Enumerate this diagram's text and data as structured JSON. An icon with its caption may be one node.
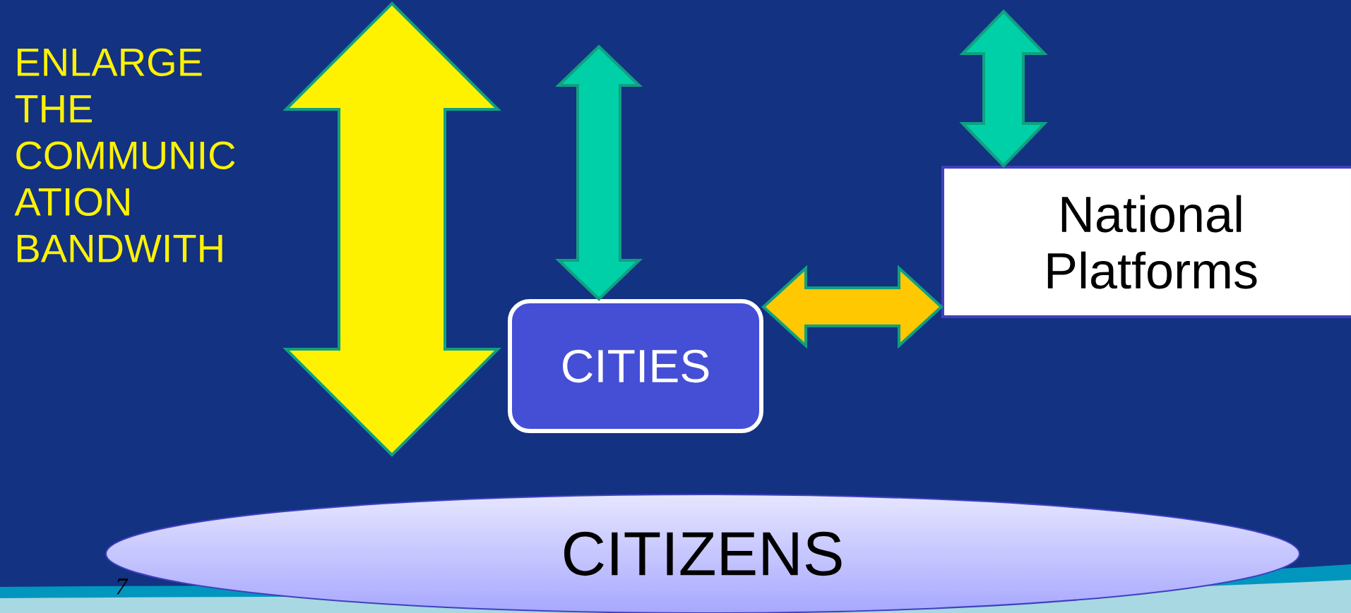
{
  "diagram": {
    "nodes": [
      {
        "text": [
          "CITIES"
        ]
      },
      {
        "text": [
          "National Platforms"
        ]
      },
      {
        "text": [
          "CITIZENS"
        ]
      }
    ],
    "edges": [
      {
        "from": null,
        "to": 0,
        "arrow": "both"
      },
      {
        "from": 0,
        "to": 1,
        "arrow": "both",
        "color": "#ffc800"
      },
      {
        "from": null,
        "to": 1,
        "arrow": "both"
      }
    ],
    "labels": [
      "ENLARGE THE COMMUNIC ATION BANDWITH",
      "7"
    ]
  }
}
